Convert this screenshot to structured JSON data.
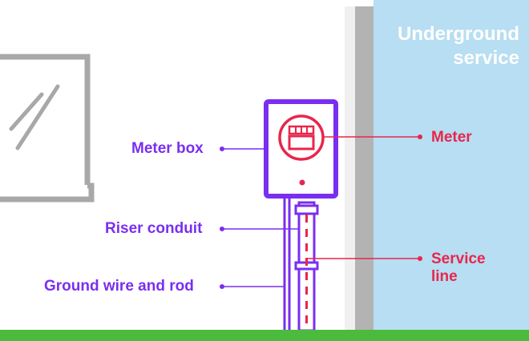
{
  "title": {
    "line1": "Underground",
    "line2": "service"
  },
  "labels": {
    "meter_box": "Meter box",
    "riser_conduit": "Riser conduit",
    "ground_wire": "Ground wire and rod",
    "meter": "Meter",
    "service_line_1": "Service",
    "service_line_2": "line"
  },
  "colors": {
    "purple": "#7a2ef0",
    "red": "#e8264c",
    "sky": "#b7def2",
    "wall": "#b0b0b0",
    "ground": "#4cba3c",
    "window": "#a8a8a8"
  }
}
